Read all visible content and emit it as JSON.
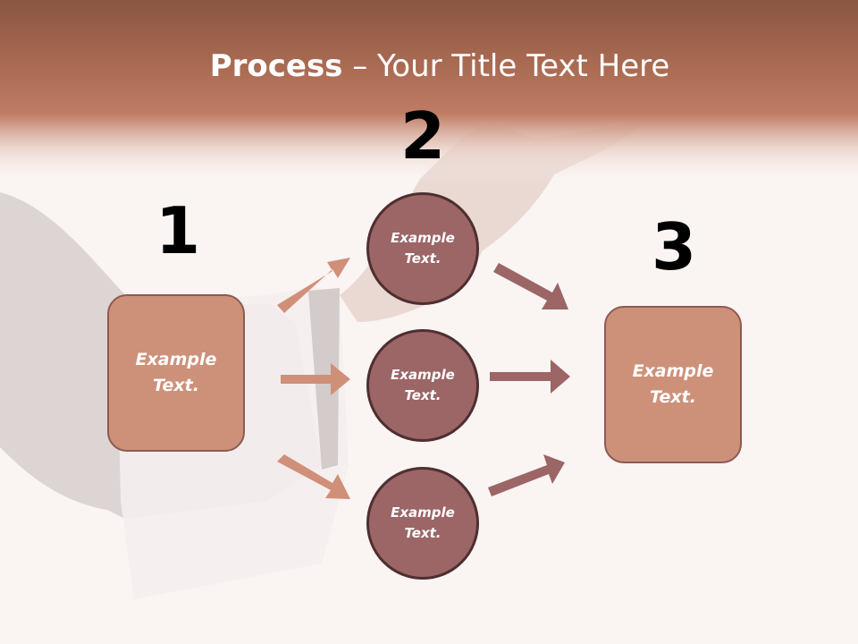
{
  "slide": {
    "title_bold": "Process",
    "title_rest": " – Your Title Text Here"
  },
  "steps": {
    "one": "1",
    "two": "2",
    "three": "3"
  },
  "nodes": {
    "left_box": "Example Text.",
    "circle_top": "Example Text.",
    "circle_middle": "Example Text.",
    "circle_bottom": "Example Text.",
    "right_box": "Example Text."
  },
  "colors": {
    "header": "#be7b63",
    "box_fill": "#cd917a",
    "box_border": "#8d5a52",
    "circle_fill": "#9c6566",
    "circle_border": "#4e2f30",
    "arrow_in": "#d08f79",
    "arrow_out": "#9c6566"
  }
}
